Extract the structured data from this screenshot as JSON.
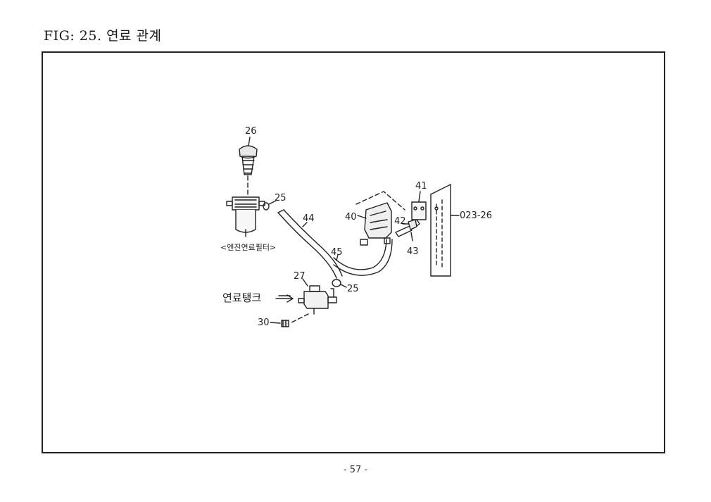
{
  "title": "FIG: 25. 연료 관계",
  "callouts": {
    "p26": "26",
    "p25a": "25",
    "p44": "44",
    "p40": "40",
    "p41": "41",
    "p42": "42",
    "p43": "43",
    "p023": "023-26",
    "p45": "45",
    "p27": "27",
    "p25b": "25",
    "p30": "30"
  },
  "annotations": {
    "filter_caption": "<엔진연료필터>",
    "tank_label": "연료탱크"
  },
  "page_number": "- 57 -"
}
